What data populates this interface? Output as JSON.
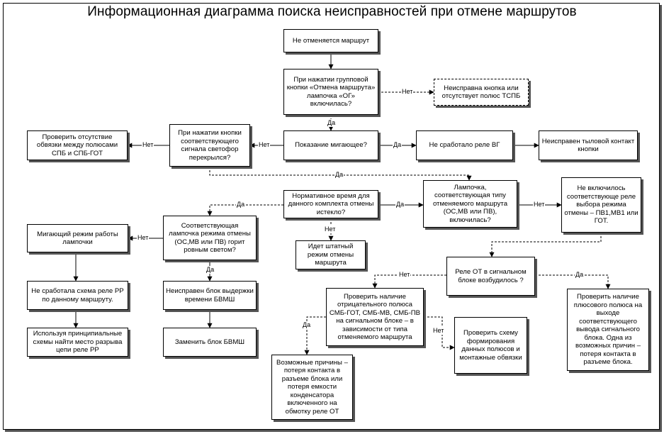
{
  "title": "Информационная диаграмма поиска неисправностей при отмене маршрутов",
  "nodes": {
    "n1": "Не отменяется маршрут",
    "n2": "При нажатии групповой кнопки «Отмена маршрута» лампочка «ОГ» включилась?",
    "n3": "Неисправна кнопка или отсутствует полюс ТСПБ",
    "n4": "Показание мигающее?",
    "n5": "При нажатии кнопки соответствующего сигнала светофор перекрылся?",
    "n6": "Проверить отсутствие обвязки между полюсами СПБ и СПБ-ГОТ",
    "n7": "Не сработало реле ВГ",
    "n8": "Неисправен тыловой контакт кнопки",
    "n9": "Нормативное время для данного комплекта отмены истекло?",
    "n10": "Идет штатный режим отмены маршрута",
    "n11": "Лампочка, соответствующая типу отменяемого маршрута (ОС,МВ или ПВ), включилась?",
    "n12": "Не включилось соответствующе реле выбора режима отмены – ПВ1,МВ1 или ГОТ.",
    "n13": "Соответствующая лампочка режима отмены (ОС,МВ или ПВ) горит ровным светом?",
    "n14": "Мигающий режим работы лампочки",
    "n15": "Не сработала схема реле РР по данному маршруту.",
    "n16": "Используя принципиальные схемы найти место разрыва цепи реле РР",
    "n17": "Неисправен блок выдержки времени БВМШ",
    "n18": "Заменить блок БВМШ",
    "n19": "Реле ОТ в сигнальном блоке возбудилось ?",
    "n20": "Проверить наличие отрицательного полюса СМБ-ГОТ, СМБ-МВ, СМБ-ПВ на сигнальном блоке – в зависимости от типа отменяемого маршрута",
    "n21": "Проверить наличие плюсового полюса на выходе соответствующего вывода сигнального блока. Одна из возможных причин – потеря контакта в разъеме блока.",
    "n22": "Возможные причины – потеря контакта в разъеме блока или потеря емкости конденсатора включенного на обмотку реле ОТ",
    "n23": "Проверить схему формирования данных полюсов и монтажные обвязки"
  },
  "labels": {
    "yes": "Да",
    "no": "Нет"
  }
}
